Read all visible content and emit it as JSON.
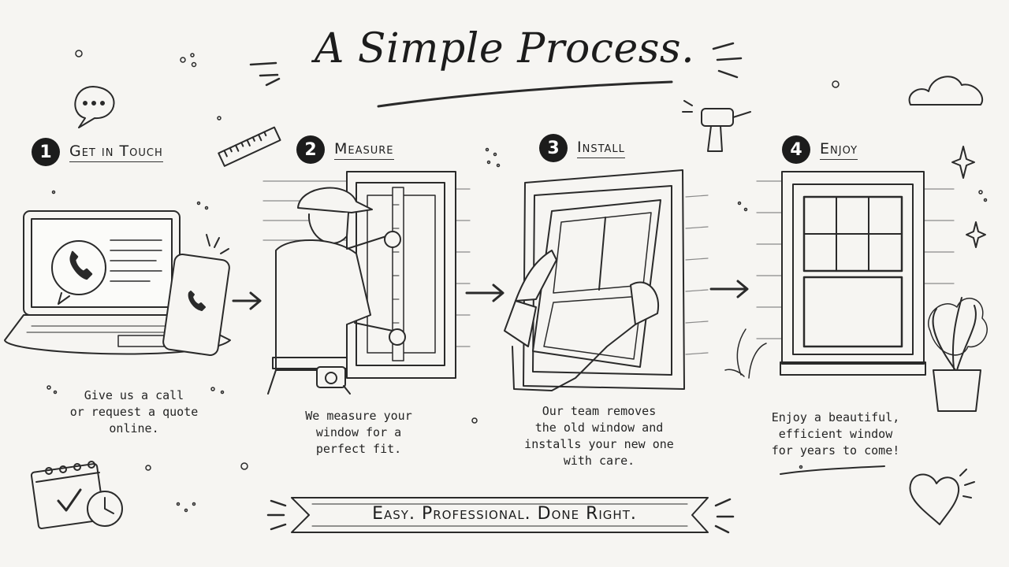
{
  "title": "A Simple Process.",
  "steps": [
    {
      "number": "1",
      "title": "Get in Touch",
      "caption": [
        "Give us a call",
        "or request a quote",
        "online."
      ]
    },
    {
      "number": "2",
      "title": "Measure",
      "caption": [
        "We measure your",
        "window for a",
        "perfect fit."
      ]
    },
    {
      "number": "3",
      "title": "Install",
      "caption": [
        "Our team removes",
        "the old window and",
        "installs your new one",
        "with care."
      ]
    },
    {
      "number": "4",
      "title": "Enjoy",
      "caption": [
        "Enjoy a beautiful,",
        "efficient window",
        "for years to come!"
      ]
    }
  ],
  "banner": "Easy. Professional. Done Right.",
  "icons": [
    "speech-bubble-icon",
    "ruler-icon",
    "drill-icon",
    "cloud-icon",
    "sparkle-icon",
    "calendar-icon",
    "clock-icon",
    "heart-icon",
    "phone-icon",
    "arrow-right-icon",
    "plant-icon"
  ]
}
